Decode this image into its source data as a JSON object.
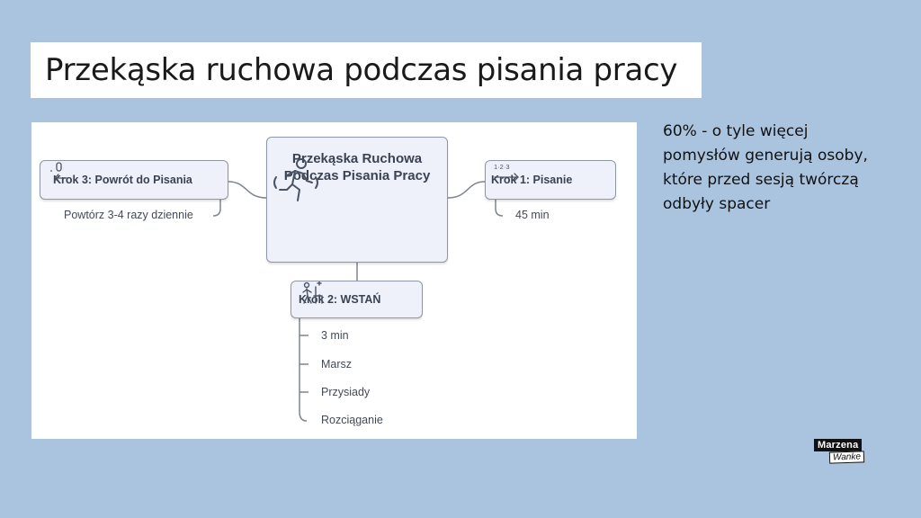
{
  "slide": {
    "title": "Przekąska ruchowa podczas pisania pracy",
    "stat_text": "60%  - o tyle więcej pomysłów generują osoby, które przed sesją twórczą odbyły spacer"
  },
  "diagram": {
    "center": {
      "line1": "Przekąska Ruchowa",
      "line2": "Podczas Pisania Pracy",
      "icon": "running-person-icon"
    },
    "step1": {
      "label": "Krok 1: Pisanie",
      "icon": "sequence-arrow-icon",
      "icon_text": "1·2·3",
      "children": [
        "45 min"
      ]
    },
    "step2": {
      "label": "Krok 2: WSTAŃ",
      "icon": "stand-up-from-chair-icon",
      "children": [
        "3 min",
        "Marsz",
        "Przysiady",
        "Rozciąganie"
      ]
    },
    "step3": {
      "label": "Krok 3: Powrót do Pisania",
      "icon": "return-arrow-icon",
      "children": [
        "Powtórz 3-4 razy dziennie"
      ]
    },
    "colors": {
      "node_fill": "#eef1fa",
      "node_border": "#8e97a6",
      "connector": "#7d8490"
    }
  },
  "logo": {
    "line1": "Marzena",
    "line2": "Wanke"
  }
}
